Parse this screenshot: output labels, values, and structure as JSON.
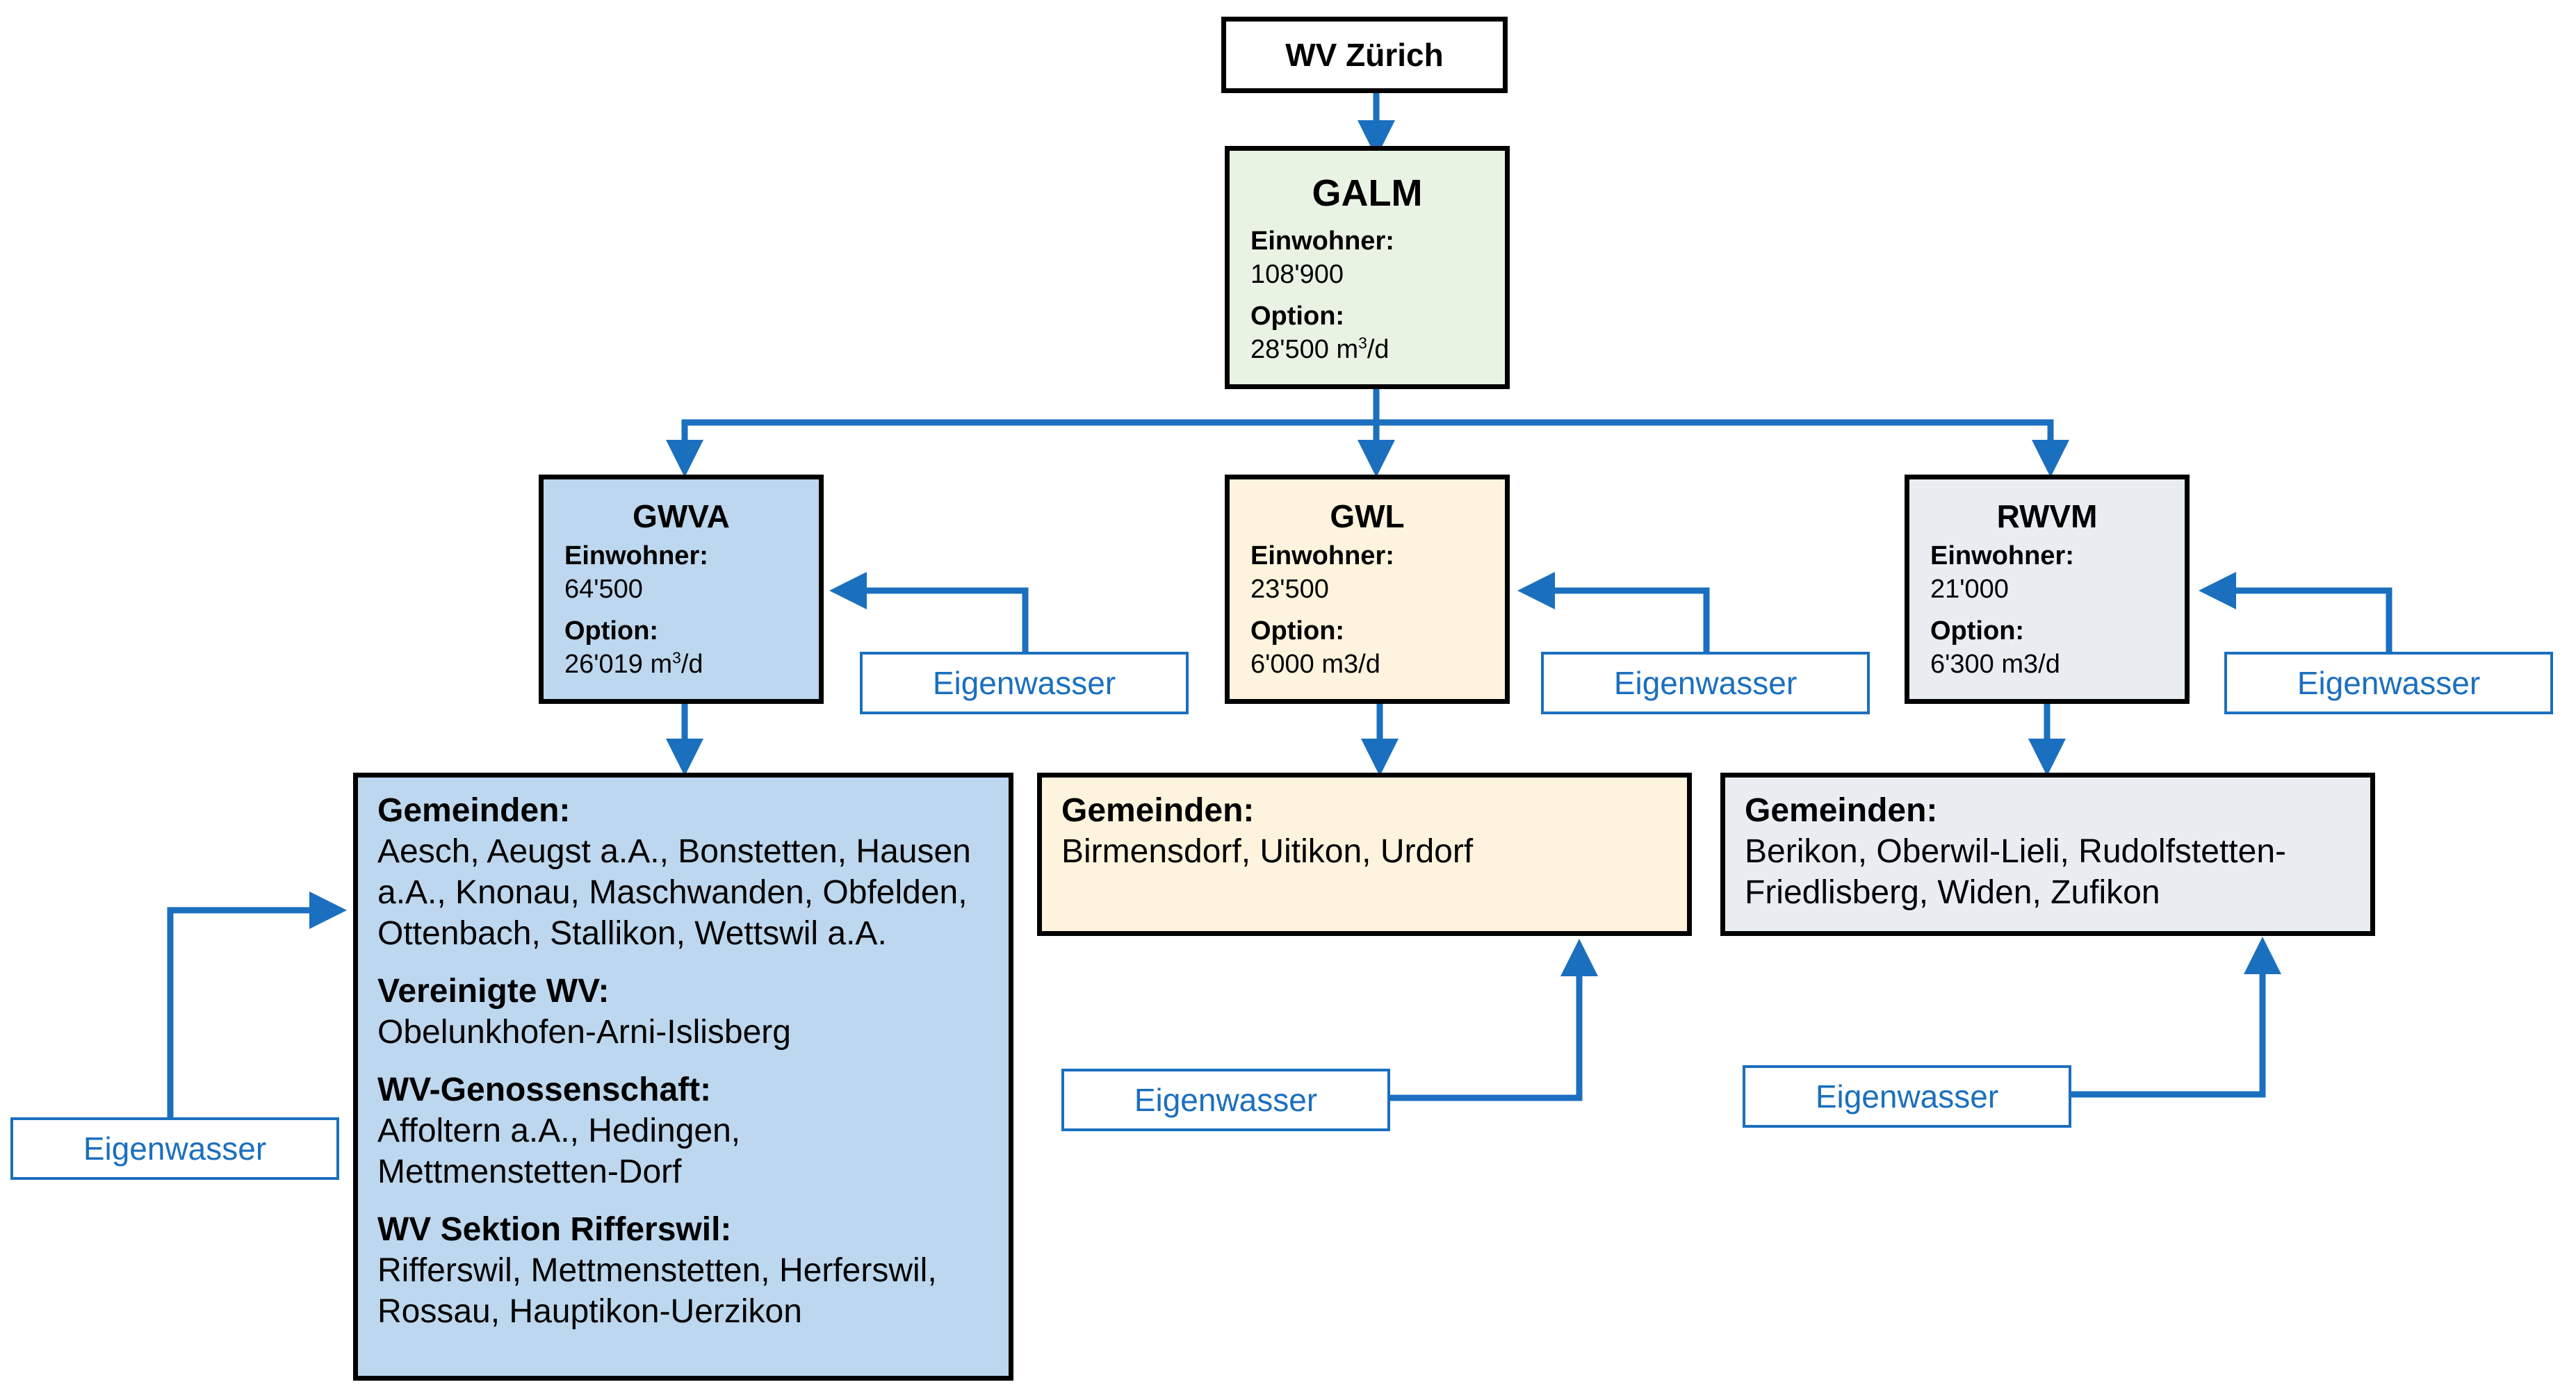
{
  "top": {
    "label": "WV Zürich"
  },
  "galm": {
    "title": "GALM",
    "einwohner_label": "Einwohner:",
    "einwohner": "108'900",
    "option_label": "Option:",
    "option_value": "28'500 m",
    "option_sup": "3",
    "option_unit": "/d"
  },
  "gwva": {
    "title": "GWVA",
    "einwohner_label": "Einwohner:",
    "einwohner": "64'500",
    "option_label": "Option:",
    "option_value": "26'019 m",
    "option_sup": "3",
    "option_unit": "/d"
  },
  "gwl": {
    "title": "GWL",
    "einwohner_label": "Einwohner:",
    "einwohner": "23'500",
    "option_label": "Option:",
    "option": "6'000 m3/d"
  },
  "rwvm": {
    "title": "RWVM",
    "einwohner_label": "Einwohner:",
    "einwohner": "21'000",
    "option_label": "Option:",
    "option": "6'300 m3/d"
  },
  "gwva_gemeinden": {
    "sections": [
      {
        "heading": "Gemeinden:",
        "text": "Aesch, Aeugst a.A., Bonstetten, Hausen a.A., Knonau, Maschwanden, Obfelden, Ottenbach, Stallikon, Wettswil a.A."
      },
      {
        "heading": "Vereinigte WV:",
        "text": "Obelunkhofen-Arni-Islisberg"
      },
      {
        "heading": "WV-Genossenschaft:",
        "text": "Affoltern a.A., Hedingen, Mettmenstetten-Dorf"
      },
      {
        "heading": "WV Sektion Rifferswil:",
        "text": "Rifferswil, Mettmenstetten, Herferswil, Rossau, Hauptikon-Uerzikon"
      }
    ]
  },
  "gwl_gemeinden": {
    "heading": "Gemeinden:",
    "text": "Birmensdorf, Uitikon, Urdorf"
  },
  "rwvm_gemeinden": {
    "heading": "Gemeinden:",
    "text": "Berikon, Oberwil-Lieli, Rudolfstetten-Friedlisberg, Widen, Zufikon"
  },
  "eigenwasser": {
    "gwva": "Eigenwasser",
    "gwl": "Eigenwasser",
    "rwvm": "Eigenwasser",
    "gwva_gemeinden": "Eigenwasser",
    "gwl_gemeinden": "Eigenwasser",
    "rwvm_gemeinden": "Eigenwasser"
  },
  "colors": {
    "connector": "#1b6fbf",
    "galm_fill": "#e9f3e4",
    "gwva_fill": "#bdd7ee",
    "gwl_fill": "#fef4dd",
    "rwvm_fill": "#e9ecf1"
  }
}
